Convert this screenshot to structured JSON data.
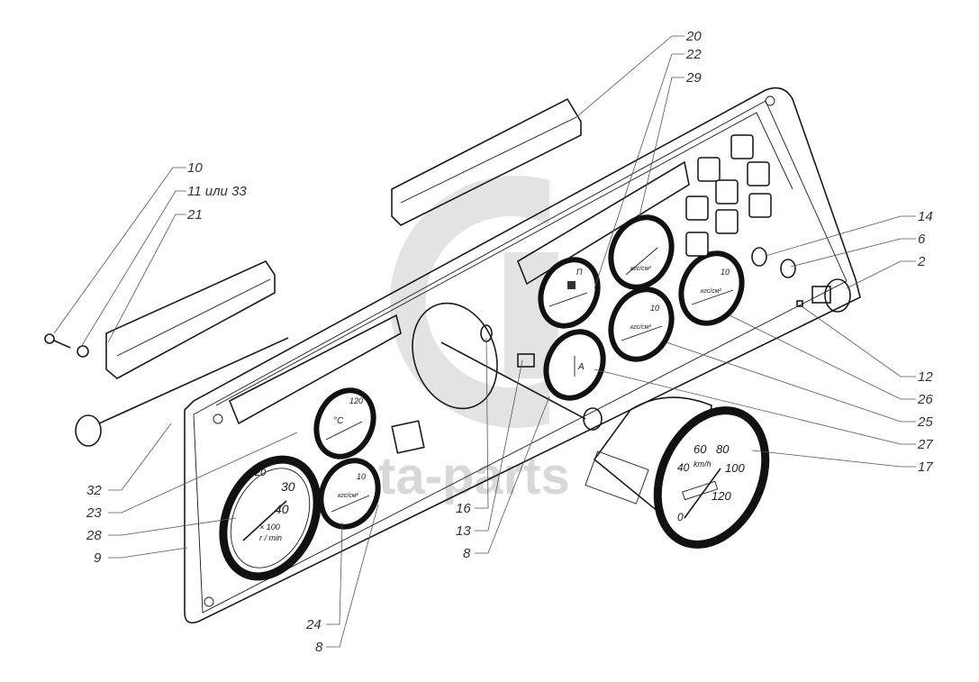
{
  "diagram": {
    "subject": "Instrument panel exploded view",
    "watermark": {
      "text": "ta-parts",
      "color": "#d9d9d9"
    },
    "callouts": [
      {
        "id": "10",
        "label": "10"
      },
      {
        "id": "11",
        "label": "11 или 33"
      },
      {
        "id": "21",
        "label": "21"
      },
      {
        "id": "20",
        "label": "20"
      },
      {
        "id": "22",
        "label": "22"
      },
      {
        "id": "29",
        "label": "29"
      },
      {
        "id": "14",
        "label": "14"
      },
      {
        "id": "6",
        "label": "6"
      },
      {
        "id": "2",
        "label": "2"
      },
      {
        "id": "12",
        "label": "12"
      },
      {
        "id": "26",
        "label": "26"
      },
      {
        "id": "25",
        "label": "25"
      },
      {
        "id": "27",
        "label": "27"
      },
      {
        "id": "17",
        "label": "17"
      },
      {
        "id": "32",
        "label": "32"
      },
      {
        "id": "23",
        "label": "23"
      },
      {
        "id": "28",
        "label": "28"
      },
      {
        "id": "9",
        "label": "9"
      },
      {
        "id": "16",
        "label": "16"
      },
      {
        "id": "13",
        "label": "13"
      },
      {
        "id": "8a",
        "label": "8"
      },
      {
        "id": "24",
        "label": "24"
      },
      {
        "id": "8b",
        "label": "8"
      }
    ],
    "gauges": {
      "tachometer": {
        "ticks": [
          "20",
          "30",
          "40"
        ],
        "multiplier": "× 100",
        "unit": "r / min"
      },
      "temperature": {
        "unit": "°C",
        "max": "120"
      },
      "pressure_small": {
        "max": "10",
        "unit": "кгс/см²"
      },
      "fuel": {
        "mark": "П"
      },
      "ammeter": {
        "mark": "A"
      },
      "pressure_a": {
        "max": "10",
        "unit": "кгс/см²"
      },
      "pressure_b": {
        "max": "10",
        "unit": "кгс/см²"
      },
      "pressure_c": {
        "unit": "кгс/см²"
      },
      "speedometer": {
        "ticks": [
          "0",
          "40",
          "60",
          "80",
          "100",
          "120"
        ],
        "unit": "km/h"
      }
    }
  }
}
